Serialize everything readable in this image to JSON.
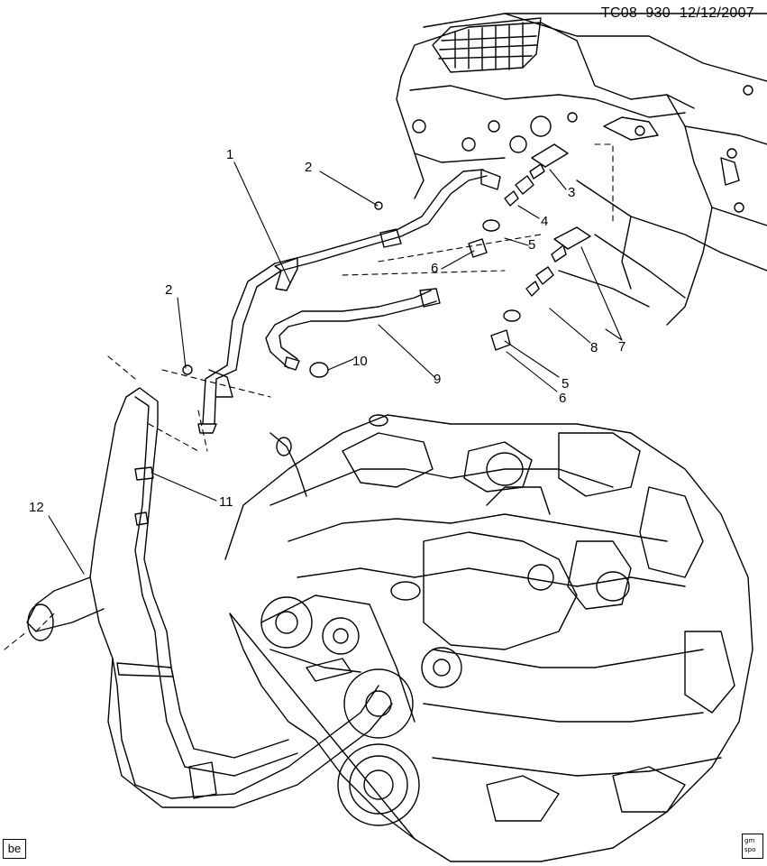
{
  "header": {
    "code": "TC08–930",
    "date": "12/12/2007"
  },
  "callouts": [
    "1",
    "2",
    "2",
    "3",
    "4",
    "5",
    "5",
    "6",
    "6",
    "7",
    "8",
    "9",
    "10",
    "11",
    "12"
  ],
  "footer": {
    "corner_box": "be",
    "logo_top": "gm",
    "logo_bottom": "spo"
  },
  "icons": [
    "gm-spo-logo-icon"
  ]
}
